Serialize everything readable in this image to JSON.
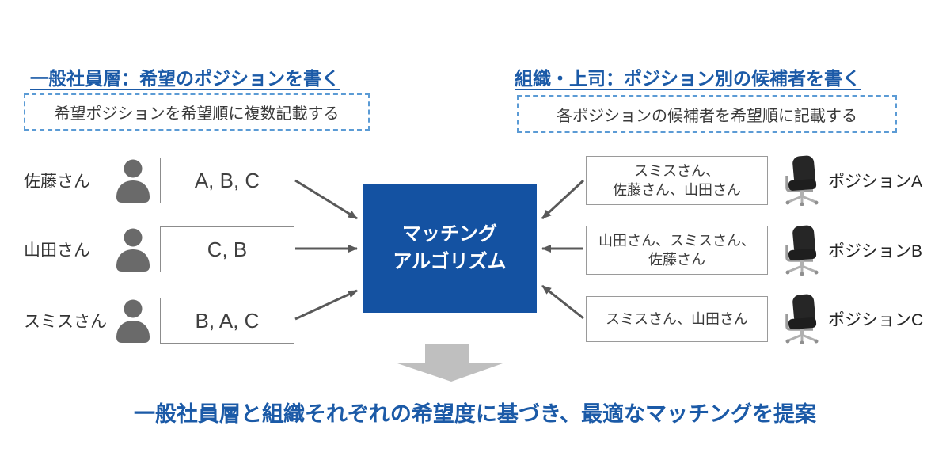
{
  "left_section": {
    "heading": "一般社員層：希望のポジションを書く",
    "note": "希望ポジションを希望順に複数記載する",
    "rows": [
      {
        "name": "佐藤さん",
        "icon": "person-icon",
        "preferences": "A, B, C"
      },
      {
        "name": "山田さん",
        "icon": "person-icon",
        "preferences": "C, B"
      },
      {
        "name": "スミスさん",
        "icon": "person-icon",
        "preferences": "B, A, C"
      }
    ]
  },
  "right_section": {
    "heading": "組織・上司：ポジション別の候補者を書く",
    "note": "各ポジションの候補者を希望順に記載する",
    "rows": [
      {
        "candidates": "スミスさん、\n佐藤さん、山田さん",
        "icon": "office-chair-icon",
        "position": "ポジションA"
      },
      {
        "candidates": "山田さん、スミスさん、\n佐藤さん",
        "icon": "office-chair-icon",
        "position": "ポジションB"
      },
      {
        "candidates": "スミスさん、山田さん",
        "icon": "office-chair-icon",
        "position": "ポジションC"
      }
    ]
  },
  "center": {
    "label": "マッチング\nアルゴリズム"
  },
  "footer": {
    "text": "一般社員層と組織それぞれの希望度に基づき、最適なマッチングを提案"
  },
  "colors": {
    "heading_blue": "#1b5aa7",
    "center_box_blue": "#1452a2",
    "dotted_border_blue": "#5b9bd5",
    "connector_arrow_gray": "#595959",
    "down_arrow_gray": "#bfbfbf",
    "person_icon_gray": "#6a6a6a"
  }
}
